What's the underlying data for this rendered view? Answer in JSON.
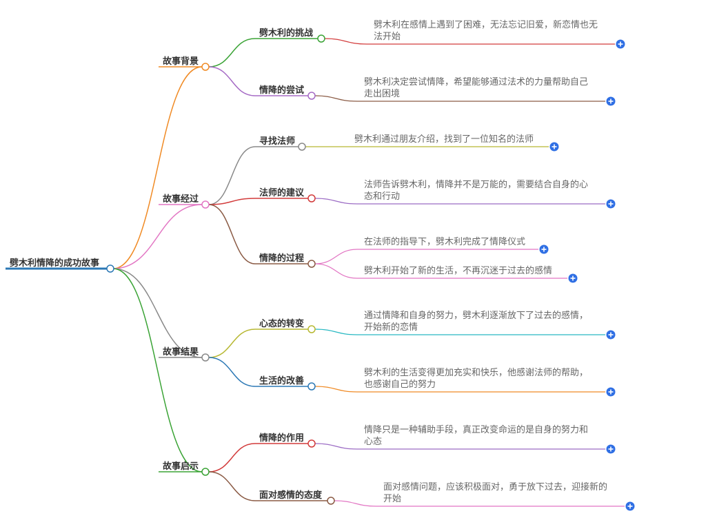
{
  "root": {
    "label": "劈木利情降的成功故事"
  },
  "branches": [
    {
      "label": "故事背景",
      "color": "#f08a24",
      "children": [
        {
          "label": "劈木利的挑战",
          "color": "#3aa335",
          "leaves": [
            {
              "lines": [
                "劈木利在感情上遇到了困难，无法忘记旧爱，新恋情也无",
                "法开始"
              ],
              "color": "#d23a3a"
            }
          ]
        },
        {
          "label": "情降的尝试",
          "color": "#a56ac5",
          "leaves": [
            {
              "lines": [
                "劈木利决定尝试情降，希望能够通过法术的力量帮助自己",
                "走出困境"
              ],
              "color": "#8a5a44"
            }
          ]
        }
      ]
    },
    {
      "label": "故事经过",
      "color": "#e275c3",
      "children": [
        {
          "label": "寻找法师",
          "color": "#888888",
          "leaves": [
            {
              "lines": [
                "劈木利通过朋友介绍，找到了一位知名的法师"
              ],
              "color": "#b7b832"
            }
          ]
        },
        {
          "label": "法师的建议",
          "color": "#d23a3a",
          "leaves": [
            {
              "lines": [
                "法师告诉劈木利，情降并不是万能的，需要结合自身的心",
                "态和行动"
              ],
              "color": "#9b6bc4"
            }
          ]
        },
        {
          "label": "情降的过程",
          "color": "#8a5a44",
          "leaves": [
            {
              "lines": [
                "在法师的指导下，劈木利完成了情降仪式"
              ],
              "color": "#e275c3"
            },
            {
              "lines": [
                "劈木利开始了新的生活，不再沉迷于过去的感情"
              ],
              "color": "#e275c3"
            }
          ]
        }
      ]
    },
    {
      "label": "故事结果",
      "color": "#888888",
      "children": [
        {
          "label": "心态的转变",
          "color": "#b7b832",
          "leaves": [
            {
              "lines": [
                "通过情降和自身的努力，劈木利逐渐放下了过去的感情，",
                "开始新的恋情"
              ],
              "color": "#27b8c2"
            }
          ]
        },
        {
          "label": "生活的改善",
          "color": "#2b78b5",
          "leaves": [
            {
              "lines": [
                "劈木利的生活变得更加充实和快乐，他感谢法师的帮助，",
                "也感谢自己的努力"
              ],
              "color": "#f08a24"
            }
          ]
        }
      ]
    },
    {
      "label": "故事启示",
      "color": "#3aa335",
      "children": [
        {
          "label": "情降的作用",
          "color": "#d23a3a",
          "leaves": [
            {
              "lines": [
                "情降只是一种辅助手段，真正改变命运的是自身的努力和",
                "心态"
              ],
              "color": "#9b6bc4"
            }
          ]
        },
        {
          "label": "面对感情的态度",
          "color": "#8a5a44",
          "leaves": [
            {
              "lines": [
                "面对感情问题，应该积极面对，勇于放下过去，迎接新的",
                "开始"
              ],
              "color": "#e275c3"
            }
          ]
        }
      ]
    }
  ],
  "icons": {
    "expand": "plus-icon"
  },
  "colors": {
    "expand_button": "#2f6fe4",
    "root_underline": "#2b78b5"
  }
}
